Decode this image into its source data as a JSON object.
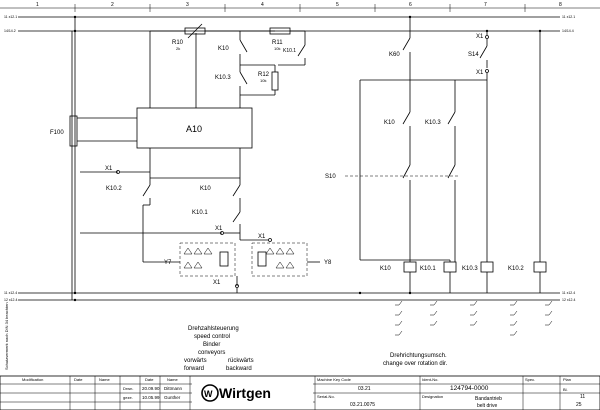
{
  "columns": [
    "1",
    "2",
    "3",
    "4",
    "5",
    "6",
    "7",
    "8"
  ],
  "rails": {
    "top1": "11 x12.1",
    "top2": "14/14.2",
    "top1_right": "11 x12.1",
    "top2_right": "14/14.4",
    "bot1": "11 x12.4",
    "bot2": "12 x12.4",
    "bot1_right": "11 x12.4",
    "bot2_right": "12 x12.4"
  },
  "components": {
    "r10": "R10",
    "r10_val": "2k",
    "r11": "R11",
    "r11_val": "10k",
    "r12": "R12",
    "r12_val": "10k",
    "k10a": "K10",
    "k10_3a": "K10.3",
    "k10_1a": "K10.1",
    "a10": "A10",
    "f100": "F100",
    "x1a": "X1",
    "k10_2": "K10.2",
    "k10b": "K10",
    "k10_1b": "K10.1",
    "x1b": "X1",
    "x1c": "X1",
    "x1d": "X1",
    "y7": "Y7",
    "y8": "Y8",
    "k60": "K60",
    "s14": "S14",
    "x1e": "X1",
    "x1f": "X1",
    "k10c": "K10",
    "k10_3b": "K10.3",
    "s10": "S10",
    "coil_k10": "K10",
    "coil_k10_1": "K10.1",
    "coil_k10_3": "K10.3",
    "coil_k10_2": "K10.2"
  },
  "captions": {
    "line1": "Drehzahlsteuerung",
    "line2": "speed control",
    "line3": "Binder",
    "line4": "conveyors",
    "fwd_de": "vorwärts",
    "rev_de": "rückwärts",
    "fwd_en": "forward",
    "rev_en": "backward",
    "rot_de": "Drehrichtungsumsch.",
    "rot_en": "change over rotation dir."
  },
  "side_note": "Schutzvermerk nach DIN 34 beachten",
  "title_block": {
    "h_mod": "Modification",
    "h_date": "Date",
    "h_name": "Name",
    "h_datum": "Date",
    "h_name2": "Name",
    "r_dr": "Drwn.",
    "dr_date": "20.09.90",
    "dr_name": "Dittmann",
    "r_ck": "geze.",
    "ck_date": "10.05.99",
    "ck_name": "Gunther",
    "logo": "Wirtgen",
    "mkc_label": "Machine Key Code",
    "mkc_val": "03.21",
    "ident_label": "Ident-No.",
    "ident_val": "124794-0000",
    "spec_label": "Spec.",
    "plan_label": "Plan",
    "serial_label": "Serial-No.",
    "serial_val": "03.21.0075",
    "desig_label": "Designation",
    "desig1": "Bandantrieb",
    "desig2": "belt drive",
    "sheet": "11",
    "sheets": "25",
    "bl": "Bl."
  }
}
